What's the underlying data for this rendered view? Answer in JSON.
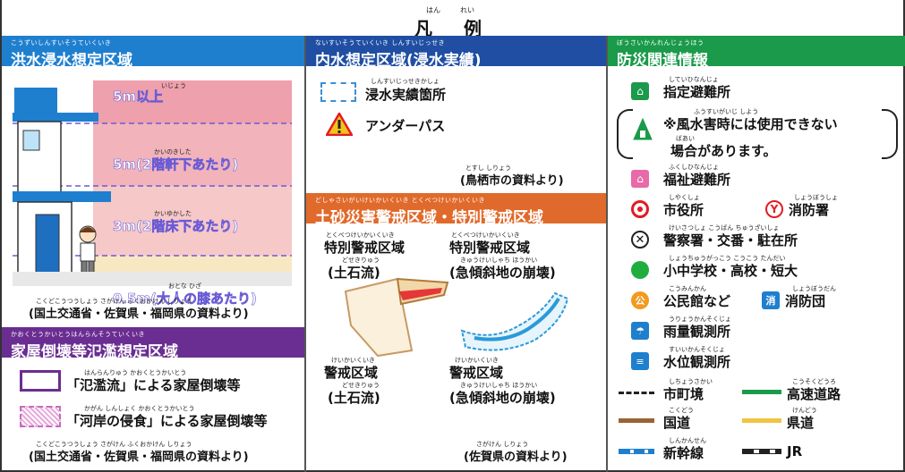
{
  "page": {
    "title": "凡 例",
    "title_ruby": [
      "はん",
      "れい"
    ]
  },
  "flood": {
    "header_ruby": "こうずいしんすいそうていくいき",
    "header": "洪水浸水想定区域",
    "levels": [
      {
        "label": "5m以上",
        "ruby": "いじょう",
        "color": "#eea0ac"
      },
      {
        "label": "5m(2階軒下あたり)",
        "ruby": "かいのきした",
        "color": "#f2b4ba"
      },
      {
        "label": "3m(2階床下あたり)",
        "ruby": "かいゆかした",
        "color": "#f7c8c8"
      },
      {
        "label": "0.5m(大人の膝あたり)",
        "ruby": "おとな ひざ",
        "color": "#f9e7c2"
      }
    ],
    "source_ruby": "こくどこうつうしょう さがけん ふくおかけん しりょう",
    "source": "(国土交通省・佐賀県・福岡県の資料より)"
  },
  "collapse": {
    "header_ruby": "かおくとうかいとうはんらんそうていくいき",
    "header": "家屋倒壊等氾濫想定区域",
    "items": [
      {
        "label": "「氾濫流」による家屋倒壊等",
        "ruby": "はんらんりゅう かおくとうかいとう",
        "color": "#6a2d91"
      },
      {
        "label": "「河岸の侵食」による家屋倒壊等",
        "ruby": "かがん しんしょく かおくとうかいとう",
        "color": "#c86ab8"
      }
    ],
    "source_ruby": "こくどこうつうしょう さがけん ふくおかけん しりょう",
    "source": "(国土交通省・佐賀県・福岡県の資料より)"
  },
  "inland": {
    "header_ruby": "ないすいそうていくいき しんすいじっせき",
    "header": "内水想定区域(浸水実績)",
    "items": [
      {
        "label": "浸水実績箇所",
        "ruby": "しんすいじっせきかしょ"
      },
      {
        "label": "アンダーパス",
        "ruby": ""
      }
    ],
    "source_ruby": "とすし しりょう",
    "source": "(鳥栖市の資料より)"
  },
  "landslide": {
    "header_ruby": "どしゃさいがいけいかいくいき とくべつけいかいくいき",
    "header": "土砂災害警戒区域・特別警戒区域",
    "special_ruby": "とくべつけいかいくいき",
    "special": "特別警戒区域",
    "warning_ruby": "けいかいくいき",
    "warning": "警戒区域",
    "debris_ruby": "どせきりゅう",
    "debris": "(土石流)",
    "slope_ruby": "きゅうけいしゃち ほうかい",
    "slope": "(急傾斜地の崩壊)",
    "source_ruby": "さがけん しりょう",
    "source": "(佐賀県の資料より)"
  },
  "disaster": {
    "header_ruby": "ぼうさいかんれんじょうほう",
    "header": "防災関連情報",
    "items": [
      {
        "label": "指定避難所",
        "ruby": "していひなんじょ"
      },
      {
        "label": "※風水害時には使用できない",
        "ruby": "ふうすいがいじ しよう"
      },
      {
        "label": "場合があります。",
        "ruby": "ばあい"
      },
      {
        "label": "福祉避難所",
        "ruby": "ふくしひなんじょ"
      },
      {
        "label": "市役所",
        "ruby": "しやくしょ"
      },
      {
        "label": "消防署",
        "ruby": "しょうぼうしょ"
      },
      {
        "label": "警察署・交番・駐在所",
        "ruby": "けいさつしょ こうばん ちゅうざいしょ"
      },
      {
        "label": "小中学校・高校・短大",
        "ruby": "しょうちゅうがっこう こうこう たんだい"
      },
      {
        "label": "公民館など",
        "ruby": "こうみんかん"
      },
      {
        "label": "消防団",
        "ruby": "しょうぼうだん"
      },
      {
        "label": "雨量観測所",
        "ruby": "うりょうかんそくじょ"
      },
      {
        "label": "水位観測所",
        "ruby": "すいいかんそくじょ"
      },
      {
        "label": "市町境",
        "ruby": "しちょうさかい"
      },
      {
        "label": "高速道路",
        "ruby": "こうそくどうろ"
      },
      {
        "label": "国道",
        "ruby": "こくどう"
      },
      {
        "label": "県道",
        "ruby": "けんどう"
      },
      {
        "label": "新幹線",
        "ruby": "しんかんせん"
      },
      {
        "label": "JR",
        "ruby": ""
      }
    ],
    "icon_text_fire_corps": "消",
    "icon_text_community": "公"
  },
  "colors": {
    "blue": "#1f7fcf",
    "navy": "#1f4ea3",
    "green": "#1a9a4a",
    "orange": "#e06a2b",
    "purple": "#6a2d91",
    "red": "#e31b23"
  }
}
